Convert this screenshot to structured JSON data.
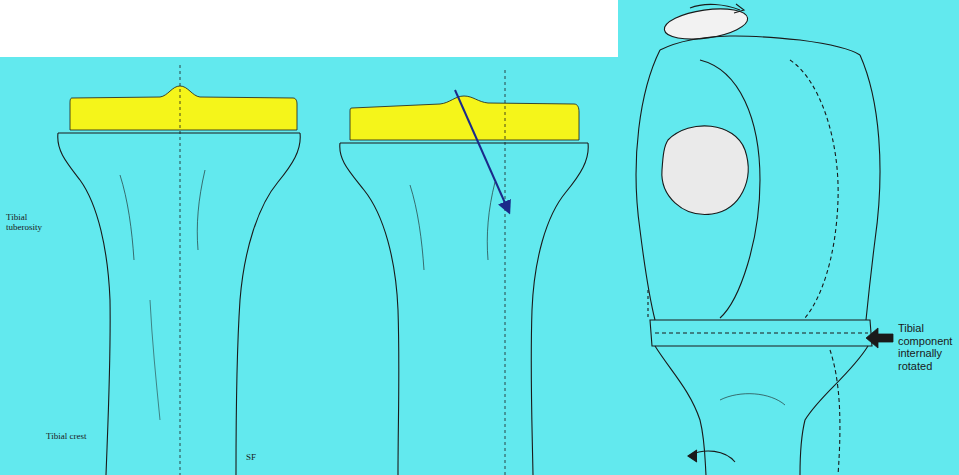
{
  "diagram": {
    "labels": [
      "Tibial tuberosity",
      "Tibial crest",
      "SF",
      "Tibial component internally rotated"
    ]
  }
}
